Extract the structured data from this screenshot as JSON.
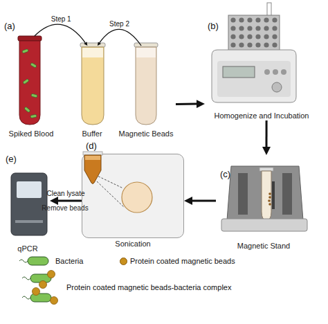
{
  "diagram": {
    "nodes": [
      {
        "text": [
          "Spiked Blood"
        ]
      },
      {
        "text": [
          "Buffer"
        ]
      },
      {
        "text": [
          "Magnetic Beads"
        ]
      },
      {
        "text": [
          "Homogenize and Incubation"
        ]
      },
      {
        "text": [
          "Magnetic Stand"
        ]
      },
      {
        "text": [
          "Sonication"
        ]
      },
      {
        "text": [
          "qPCR"
        ]
      }
    ],
    "edges": [
      {
        "from": 0,
        "to": 1,
        "label": "Step 1",
        "arrow": "to"
      },
      {
        "from": 2,
        "to": 1,
        "label": "Step 2",
        "arrow": "to"
      },
      {
        "from": 2,
        "to": 3,
        "arrow": "to"
      },
      {
        "from": 3,
        "to": 4,
        "arrow": "to"
      },
      {
        "from": 4,
        "to": 5,
        "arrow": "to"
      },
      {
        "from": 5,
        "to": 6,
        "label": "Clean lysate",
        "arrow": "to"
      }
    ],
    "labels": [
      "(a)",
      "(b)",
      "(c)",
      "(d)",
      "(e)",
      "Remove beads"
    ],
    "legend": [
      {
        "text": "Bacteria"
      },
      {
        "text": "Protein coated magnetic beads",
        "color": "#c8901e"
      },
      {
        "text": "Protein coated magnetic beads-bacteria complex"
      }
    ]
  }
}
